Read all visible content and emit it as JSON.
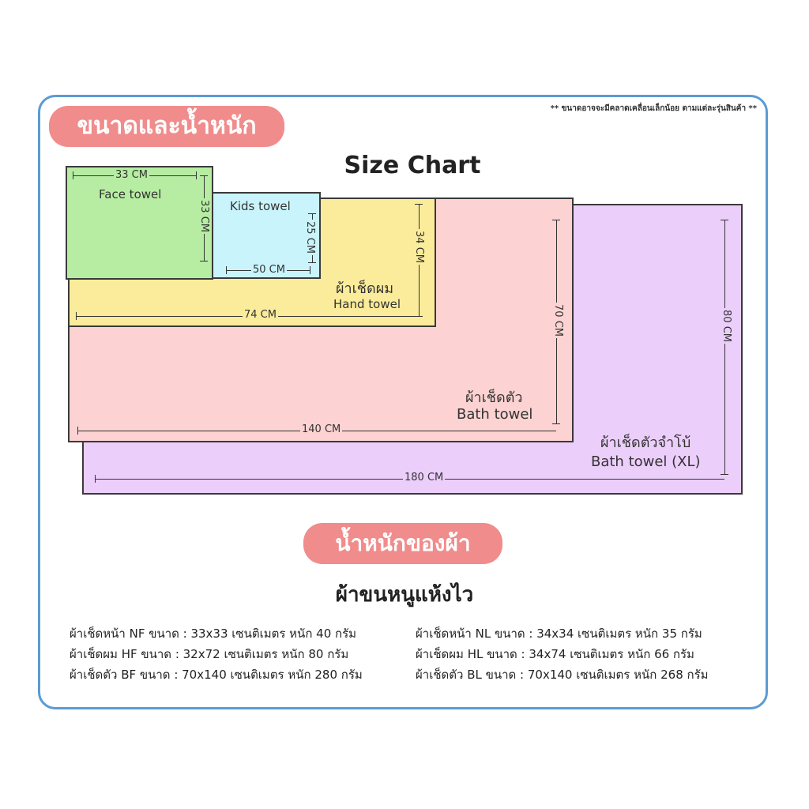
{
  "header": {
    "size_pill": "ขนาดและน้ำหนัก",
    "note": "** ขนาดอาจจะมีคลาดเคลื่อนเล็กน้อย ตามแต่ละรุ่นสินค้า **",
    "chart_title": "Size Chart"
  },
  "diagram": {
    "face": {
      "name": "Face towel",
      "width": "33 CM",
      "height": "33 CM"
    },
    "kids": {
      "name": "Kids towel",
      "width": "50 CM",
      "height": "25 CM"
    },
    "hand": {
      "name_th": "ผ้าเช็ดผม",
      "name": "Hand towel",
      "width": "74 CM",
      "height": "34 CM"
    },
    "bath": {
      "name_th": "ผ้าเช็ดตัว",
      "name": "Bath towel",
      "width": "140 CM",
      "height": "70 CM"
    },
    "xl": {
      "name_th": "ผ้าเช็ดตัวจำโบ้",
      "name": "Bath towel (XL)",
      "width": "180 CM",
      "height": "80 CM"
    },
    "colors": {
      "face": "#b6eda2",
      "kids": "#c9f4fb",
      "hand": "#faec9a",
      "bath": "#fcd2d2",
      "xl": "#eccefb",
      "accent": "#f08c8c",
      "frame": "#5b9bd5"
    }
  },
  "weights": {
    "pill": "น้ำหนักของผ้า",
    "subtitle": "ผ้าขนหนูแห้งไว",
    "left": [
      "ผ้าเช็ดหน้า NF ขนาด : 33x33 เซนติเมตร หนัก 40 กรัม",
      "ผ้าเช็ดผม HF ขนาด : 32x72 เซนติเมตร หนัก 80 กรัม",
      "ผ้าเช็ดตัว BF ขนาด : 70x140 เซนติเมตร หนัก 280 กรัม"
    ],
    "right": [
      "ผ้าเช็ดหน้า NL ขนาด : 34x34 เซนติเมตร หนัก 35 กรัม",
      "ผ้าเช็ดผม HL ขนาด : 34x74 เซนติเมตร หนัก 66 กรัม",
      "ผ้าเช็ดตัว BL ขนาด : 70x140 เซนติเมตร หนัก 268 กรัม"
    ]
  }
}
